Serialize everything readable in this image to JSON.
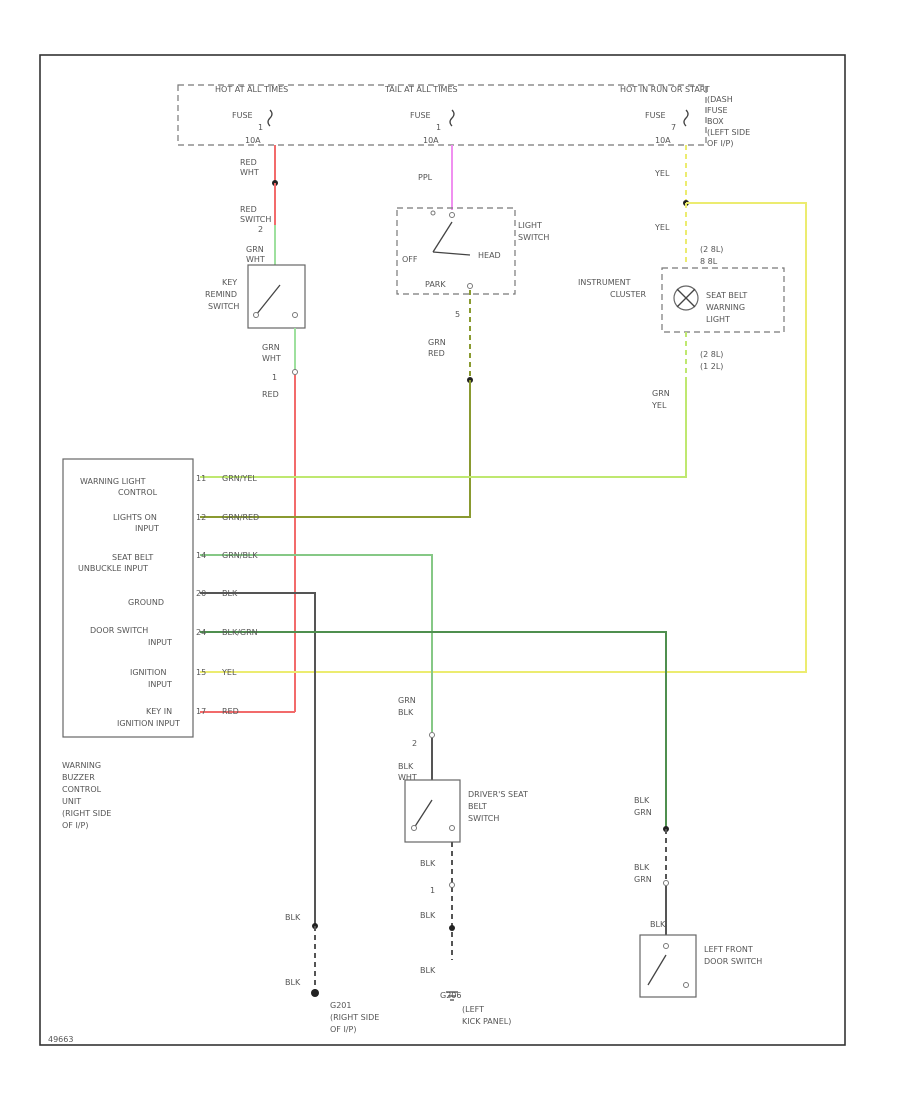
{
  "fuse_box": {
    "hot_ign": "HOT AT ALL TIMES",
    "hot_tail": "TAIL AT ALL TIMES",
    "hot_start": "HOT IN RUN OR START",
    "location": [
      "(DASH",
      "FUSE",
      "BOX",
      "(LEFT SIDE",
      "OF I/P)"
    ],
    "fuses": [
      {
        "label": "FUSE",
        "num": "1",
        "amps": "10A"
      },
      {
        "label": "FUSE",
        "num": "1",
        "amps": "10A"
      },
      {
        "label": "FUSE",
        "num": "7",
        "amps": "10A"
      }
    ]
  },
  "wires": {
    "red_wht": [
      "RED",
      "WHT"
    ],
    "red_sw": [
      "RED",
      "SWITCH",
      "2"
    ],
    "grn_wht_top": [
      "GRN",
      "WHT"
    ],
    "ppl": "PPL",
    "yel_top": "YEL",
    "yel_mid": "YEL",
    "grn_wht_bottom": [
      "GRN",
      "WHT",
      "1"
    ],
    "red_bottom": "RED",
    "grn_red": [
      "GRN",
      "RED"
    ],
    "grn_yel": [
      "GRN",
      "YEL"
    ],
    "pin_5": "5",
    "grn_blk": [
      "GRN",
      "BLK",
      "2"
    ],
    "blk_wht": [
      "BLK",
      "WHT"
    ],
    "blk_mid": [
      "BLK",
      "1",
      "BLK",
      "BLK"
    ],
    "blk_grn_1": [
      "BLK",
      "GRN"
    ],
    "blk_grn_2": [
      "BLK",
      "GRN"
    ],
    "blk_left": [
      "BLK",
      "BLK"
    ],
    "blk_right": "BLK"
  },
  "components": {
    "key_switch": [
      "KEY",
      "REMIND",
      "SWITCH"
    ],
    "light_switch": [
      "LIGHT",
      "SWITCH"
    ],
    "light_switch_pos": {
      "off": "OFF",
      "head": "HEAD",
      "park": "PARK"
    },
    "cluster": [
      "INSTRUMENT",
      "CLUSTER"
    ],
    "seat_belt_lamp": [
      "SEAT BELT",
      "WARNING",
      "LIGHT"
    ],
    "cluster_pins": {
      "top": "(2 8L)",
      "top2": "8 8L",
      "bot": "(2 8L)",
      "bot2": "(1 2L)"
    },
    "drivers_seat": [
      "DRIVER'S SEAT",
      "BELT",
      "SWITCH"
    ],
    "door_switch": [
      "LEFT FRONT",
      "DOOR SWITCH"
    ],
    "module": [
      "WARNING",
      "BUZZER",
      "CONTROL",
      "UNIT",
      "(RIGHT SIDE",
      "OF I/P)"
    ]
  },
  "module_pins": [
    {
      "label": [
        "WARNING LIGHT",
        "CONTROL"
      ],
      "pin": "11",
      "wire": "GRN/YEL"
    },
    {
      "label": [
        "LIGHTS ON",
        "INPUT"
      ],
      "pin": "12",
      "wire": "GRN/RED"
    },
    {
      "label": [
        "SEAT BELT",
        "UNBUCKLE INPUT"
      ],
      "pin": "14",
      "wire": "GRN/BLK"
    },
    {
      "label": [
        "GROUND"
      ],
      "pin": "20",
      "wire": "BLK"
    },
    {
      "label": [
        "DOOR SWITCH",
        "INPUT"
      ],
      "pin": "24",
      "wire": "BLK/GRN"
    },
    {
      "label": [
        "IGNITION",
        "INPUT"
      ],
      "pin": "15",
      "wire": "YEL"
    },
    {
      "label": [
        "KEY IN",
        "IGNITION INPUT"
      ],
      "pin": "17",
      "wire": "RED"
    }
  ],
  "grounds": {
    "g1": [
      "G201",
      "(RIGHT SIDE",
      "OF I/P)"
    ],
    "g2": [
      "G206",
      "(LEFT",
      "KICK PANEL)"
    ]
  },
  "figure_id": "49663"
}
